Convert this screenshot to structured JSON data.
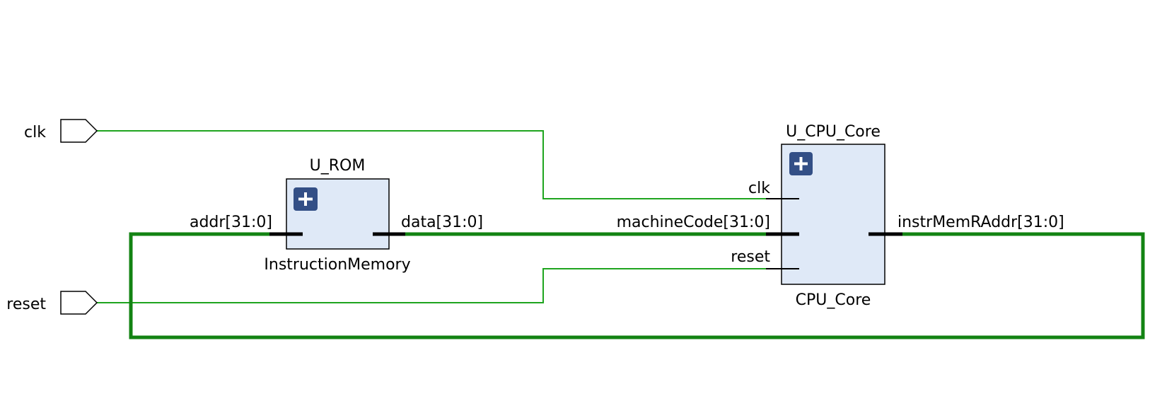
{
  "colors": {
    "wire": "#1fa51f",
    "bus": "#138313",
    "block_fill": "#dfe9f7",
    "expand_button": "#334f86"
  },
  "ports": {
    "clk": "clk",
    "reset": "reset"
  },
  "rom": {
    "instance_name": "U_ROM",
    "module_name": "InstructionMemory",
    "pin_addr": "addr[31:0]",
    "pin_data": "data[31:0]",
    "expand_icon": "plus-icon"
  },
  "cpu": {
    "instance_name": "U_CPU_Core",
    "module_name": "CPU_Core",
    "pin_clk": "clk",
    "pin_machine_code": "machineCode[31:0]",
    "pin_reset": "reset",
    "pin_instr_mem_raddr": "instrMemRAddr[31:0]",
    "expand_icon": "plus-icon"
  }
}
